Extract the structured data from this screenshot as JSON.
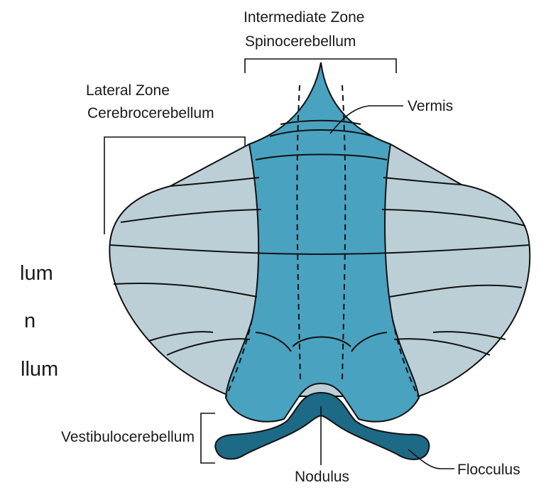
{
  "labels": {
    "intermediate_zone": "Intermediate Zone",
    "spinocerebellum": "Spinocerebellum",
    "lateral_zone": "Lateral Zone",
    "cerebrocerebellum": "Cerebrocerebellum",
    "vermis": "Vermis",
    "vestibulocerebellum": "Vestibulocerebellum",
    "nodulus": "Nodulus",
    "flocculus": "Flocculus"
  },
  "side_text": [
    "lum",
    "n",
    "llum"
  ],
  "colors": {
    "lateral_fill": "#bccfd6",
    "medial_fill": "#49a2c0",
    "floccular_fill": "#1c6a86",
    "outline": "#111111"
  }
}
